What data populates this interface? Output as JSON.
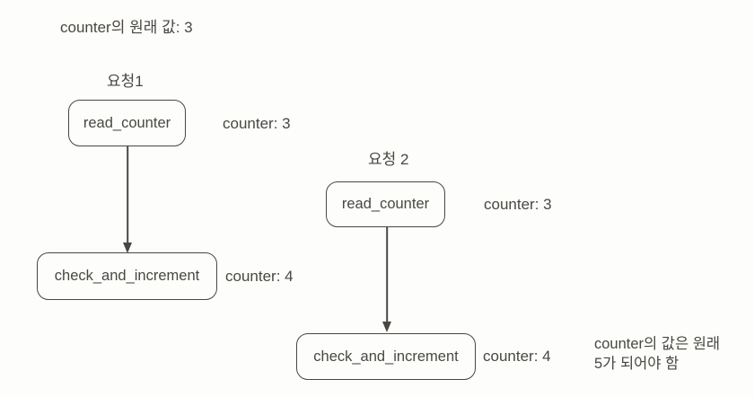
{
  "colors": {
    "ink": "#4a4742",
    "background": "#fdfdfb"
  },
  "diagram": {
    "intro": "counter의 원래 값: 3",
    "request1": {
      "label": "요청1",
      "read_node": "read_counter",
      "read_result": "counter: 3",
      "increment_node": "check_and_increment",
      "increment_result": "counter: 4"
    },
    "request2": {
      "label": "요청 2",
      "read_node": "read_counter",
      "read_result": "counter: 3",
      "increment_node": "check_and_increment",
      "increment_result": "counter: 4"
    },
    "footnote": {
      "line1": "counter의 값은 원래",
      "line2": "5가 되어야 함"
    }
  }
}
